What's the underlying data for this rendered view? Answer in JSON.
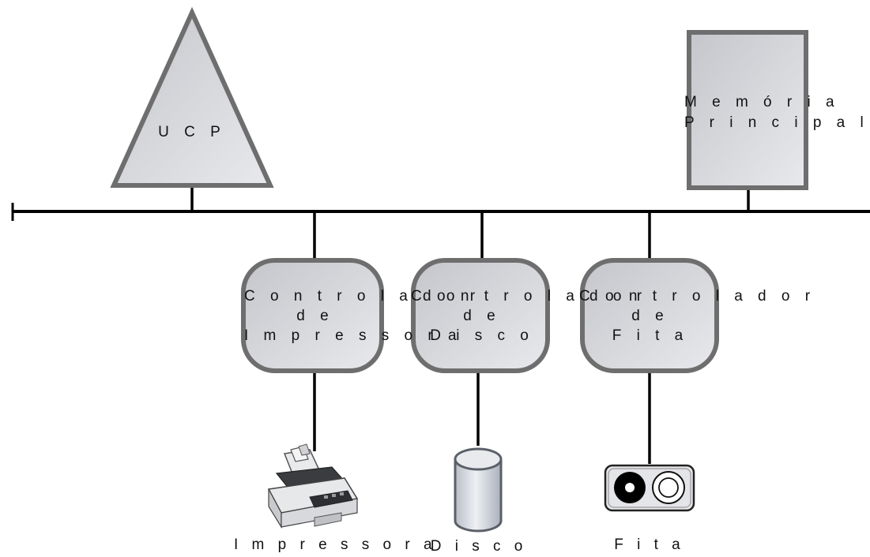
{
  "cpu": {
    "label": "U C P"
  },
  "memory": {
    "line1": "M e m ó r i a",
    "line2": "P r i n c i p a l"
  },
  "controllers": [
    {
      "lines": [
        "C o n t r o l a d o r",
        "d e",
        "I m p r e s s o r a"
      ]
    },
    {
      "lines": [
        "C o n t r o l a d o r",
        "d e",
        "D i s c o"
      ]
    },
    {
      "lines": [
        "C o n t r o l a d o r",
        "d e",
        "F i t a"
      ]
    }
  ],
  "devices": [
    {
      "label": "I m p r e s s o r a",
      "icon": "printer-icon"
    },
    {
      "label": "D i s c o",
      "icon": "disk-icon"
    },
    {
      "label": "F i t a",
      "icon": "tape-icon"
    }
  ],
  "colors": {
    "line": "#000000",
    "shape_border": "#6e6e6e",
    "shape_fill": "#d4d6da"
  }
}
